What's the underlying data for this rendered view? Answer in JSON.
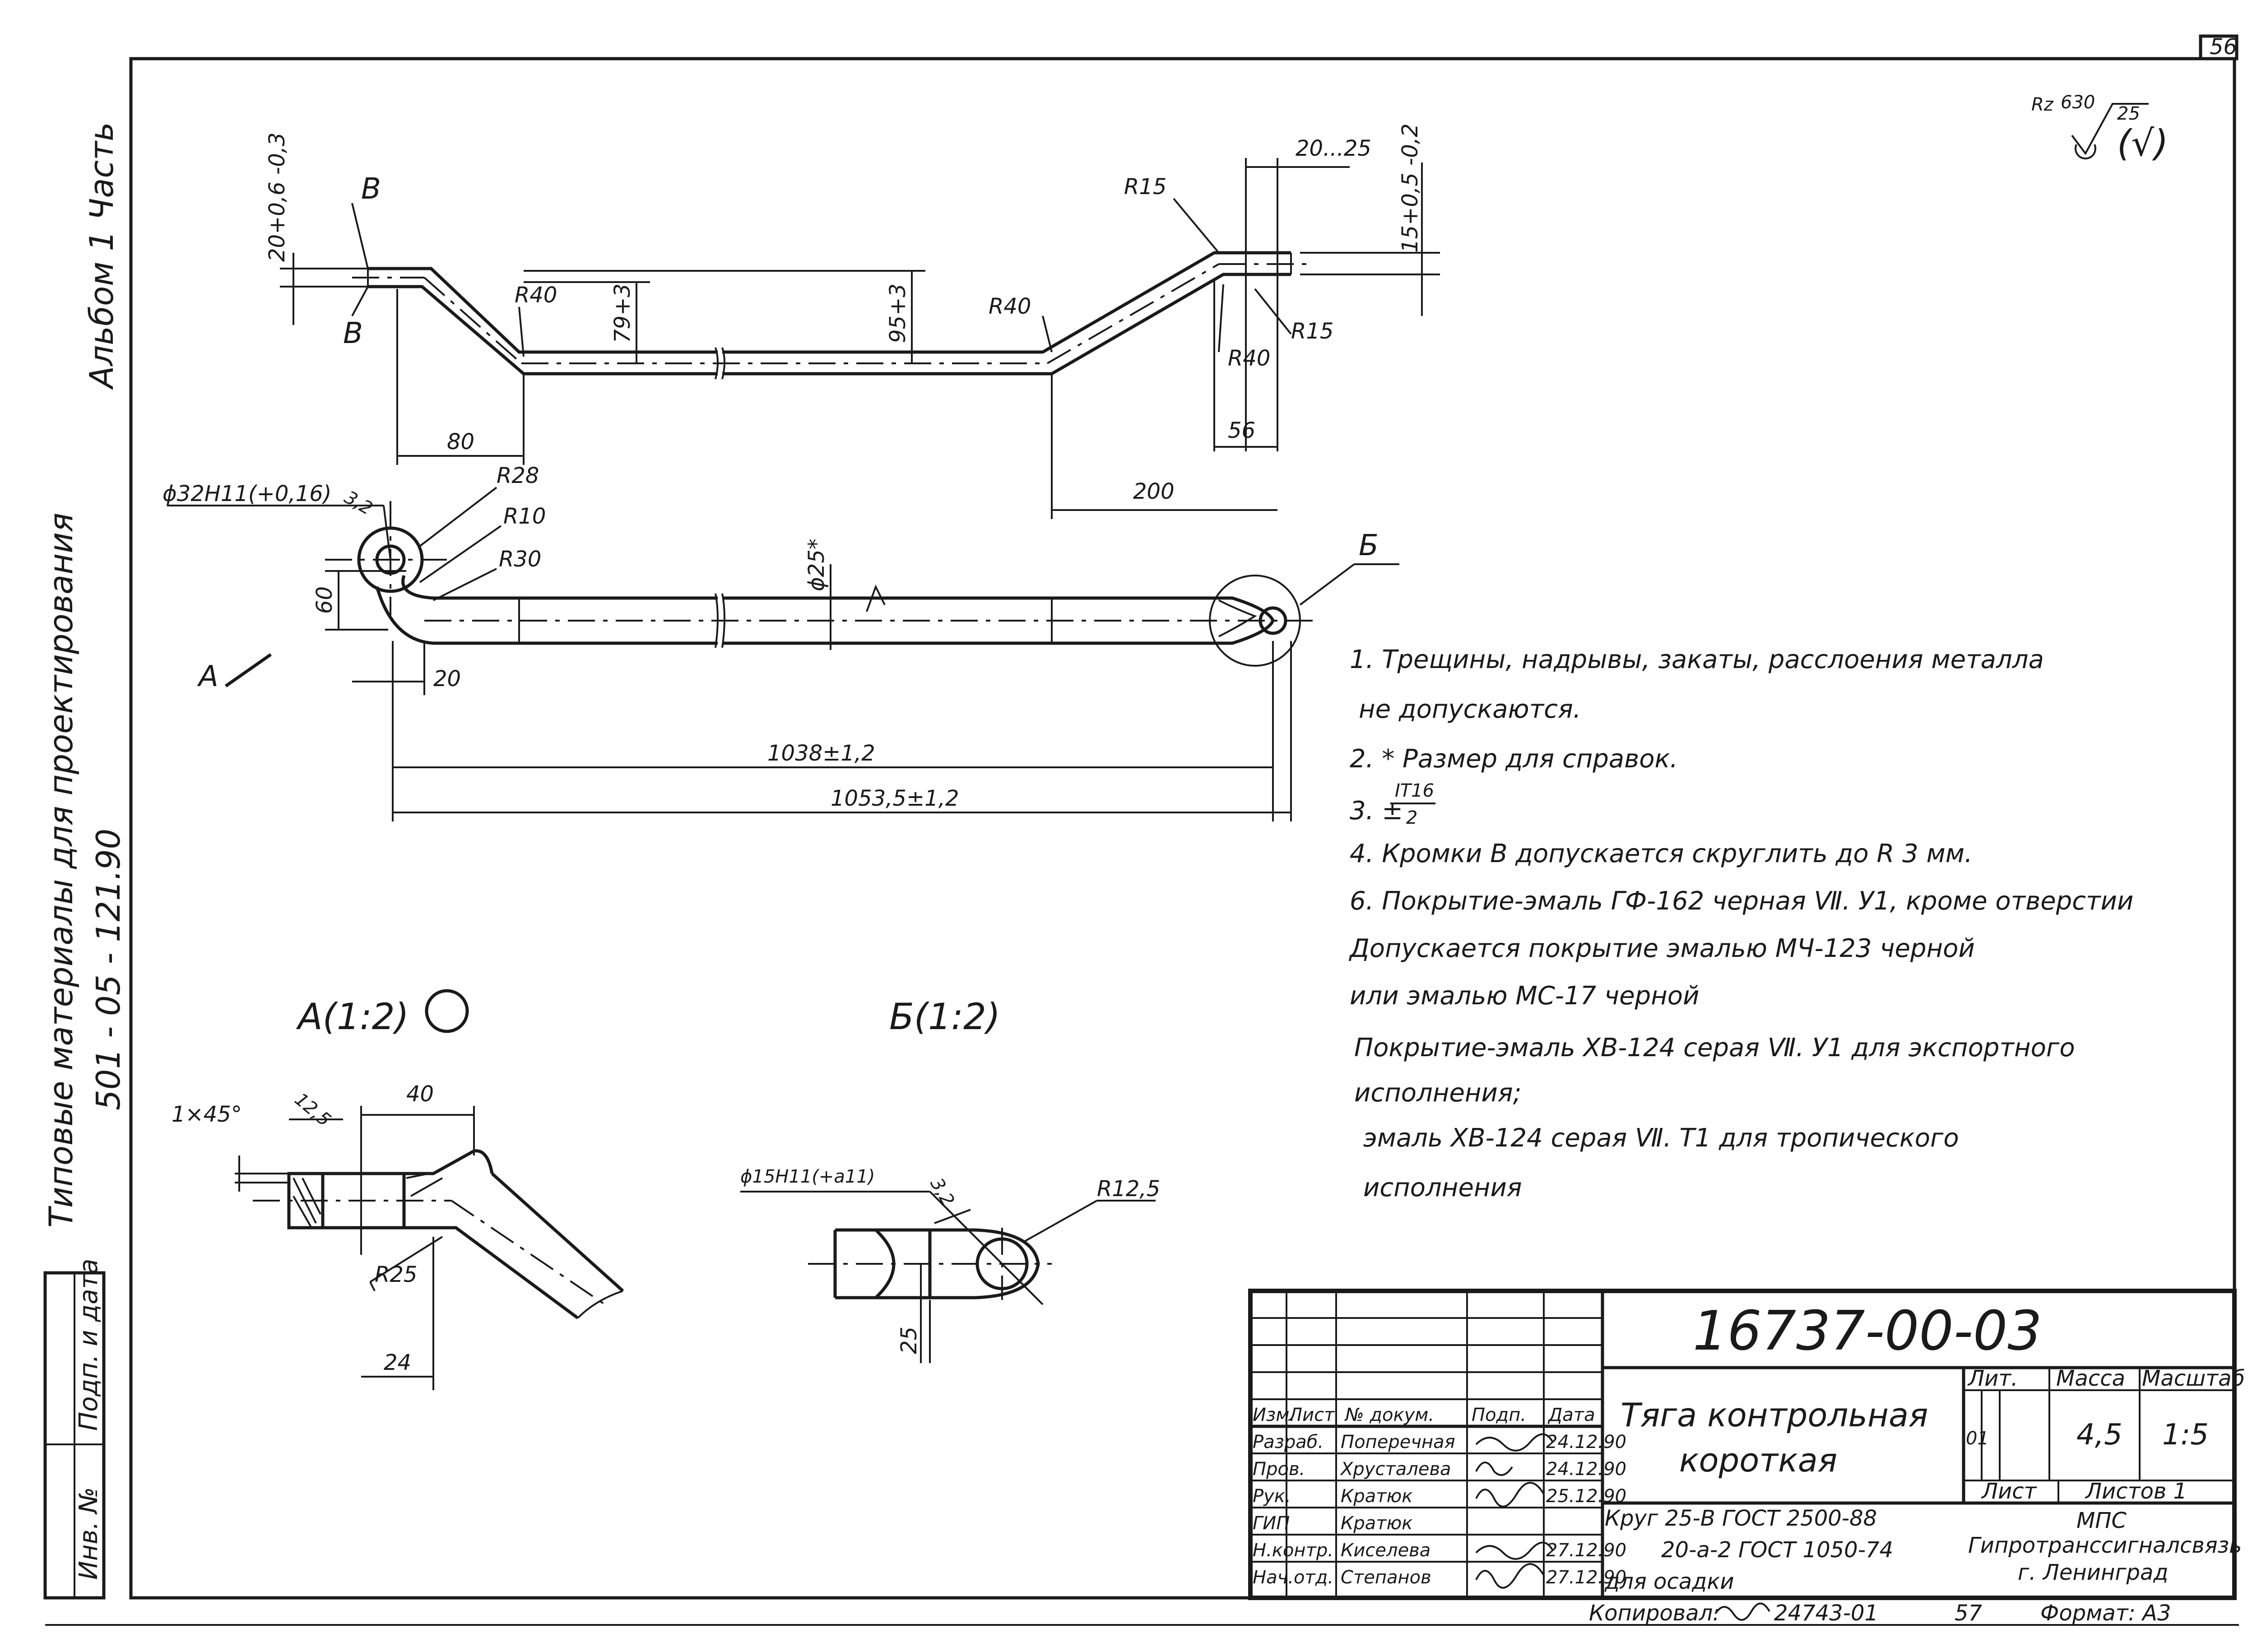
{
  "sheet_number": "56",
  "album_side": "Альбом 1 Часть",
  "series": "Типовые материалы для проектирования",
  "series_code": "501 - 05 - 121.90",
  "side_stamp": {
    "inv": "Инв. №",
    "sign_date": "Подп. и дата"
  },
  "roughness": {
    "prefix": "Rz",
    "value": "630",
    "sub": "25"
  },
  "views": {
    "top_dims": {
      "thick_tol": "20+0,6 -0,3",
      "edge_b1": "В",
      "edge_b2": "В",
      "r40_left": "R40",
      "h79": "79+3",
      "h95": "95+3",
      "r40_mid": "R40",
      "r15_top": "R15",
      "r15_bottom": "R15",
      "r40_right": "R40",
      "range_20_25": "20...25",
      "tol_15": "15+0,5 -0,2",
      "d80": "80",
      "d56": "56",
      "d200": "200"
    },
    "plan_dims": {
      "hole": "ϕ32Н11(+0,16)",
      "rough32": "3,2",
      "r28": "R28",
      "r10": "R10",
      "r30": "R30",
      "h60": "60",
      "d20": "20",
      "arrow_a": "А",
      "diam25": "ϕ25*",
      "b_label": "Б",
      "len1038": "1038±1,2",
      "len1053": "1053,5±1,2"
    },
    "view_a": {
      "title": "А(1:2)",
      "chamfer": "1×45°",
      "r12_5": "12,5",
      "d40": "40",
      "r25": "R25",
      "d24": "24"
    },
    "view_b": {
      "title": "Б(1:2)",
      "hole": "ϕ15Н11(+а11)",
      "rough": "3,2",
      "r12_5": "R12,5",
      "d25": "25"
    }
  },
  "notes": [
    "1. Трещины, надрывы, закаты, расслоения металла",
    "не допускаются.",
    "2. * Размер для справок.",
    "3. ±",
    "4. Кромки В допускается скруглить до R 3 мм.",
    "6. Покрытие-эмаль ГФ-162 черная Ⅶ. У1, кроме отверстии",
    "Допускается покрытие эмалью МЧ-123 черной",
    "или эмалью МС-17 черной",
    "Покрытие-эмаль ХВ-124 серая Ⅶ. У1 для экспортного",
    "исполнения;",
    "эмаль ХВ-124 серая Ⅶ. Т1 для тропического",
    "исполнения"
  ],
  "note3_fraction": {
    "numerator": "IT16",
    "denominator": "2"
  },
  "title_block": {
    "doc_number": "16737-00-03",
    "part_name_1": "Тяга контрольная",
    "part_name_2": "короткая",
    "headers": [
      "Изм.",
      "Лист",
      "№ докум.",
      "Подп.",
      "Дата"
    ],
    "col_lit": "Лит.",
    "col_mass": "Масса",
    "col_scale": "Масштаб",
    "lit_value": "01",
    "mass_value": "4,5",
    "scale_value": "1:5",
    "sheet_label": "Лист",
    "sheets_label": "Листов 1",
    "material_1": "Круг 25-В ГОСТ 2500-88",
    "material_2": "20-а-2 ГОСТ 1050-74",
    "material_3": "для осадки",
    "org_1": "МПС",
    "org_2": "Гипротранссигналсвязь",
    "org_3": "г. Ленинград",
    "roles": [
      {
        "role": "Разраб.",
        "name": "Поперечная",
        "date": "24.12.90"
      },
      {
        "role": "Пров.",
        "name": "Хрусталева",
        "date": "24.12.90"
      },
      {
        "role": "Рук.",
        "name": "Кратюк",
        "date": "25.12.90"
      },
      {
        "role": "ГИП",
        "name": "Кратюк",
        "date": ""
      },
      {
        "role": "Н.контр.",
        "name": "Киселева",
        "date": "27.12.90"
      },
      {
        "role": "Нач.отд.",
        "name": "Степанов",
        "date": "27.12.90"
      }
    ]
  },
  "footer": {
    "copied": "Копировал:",
    "copy_code": "24743-01",
    "copy_num": "57",
    "format": "Формат: А3"
  }
}
